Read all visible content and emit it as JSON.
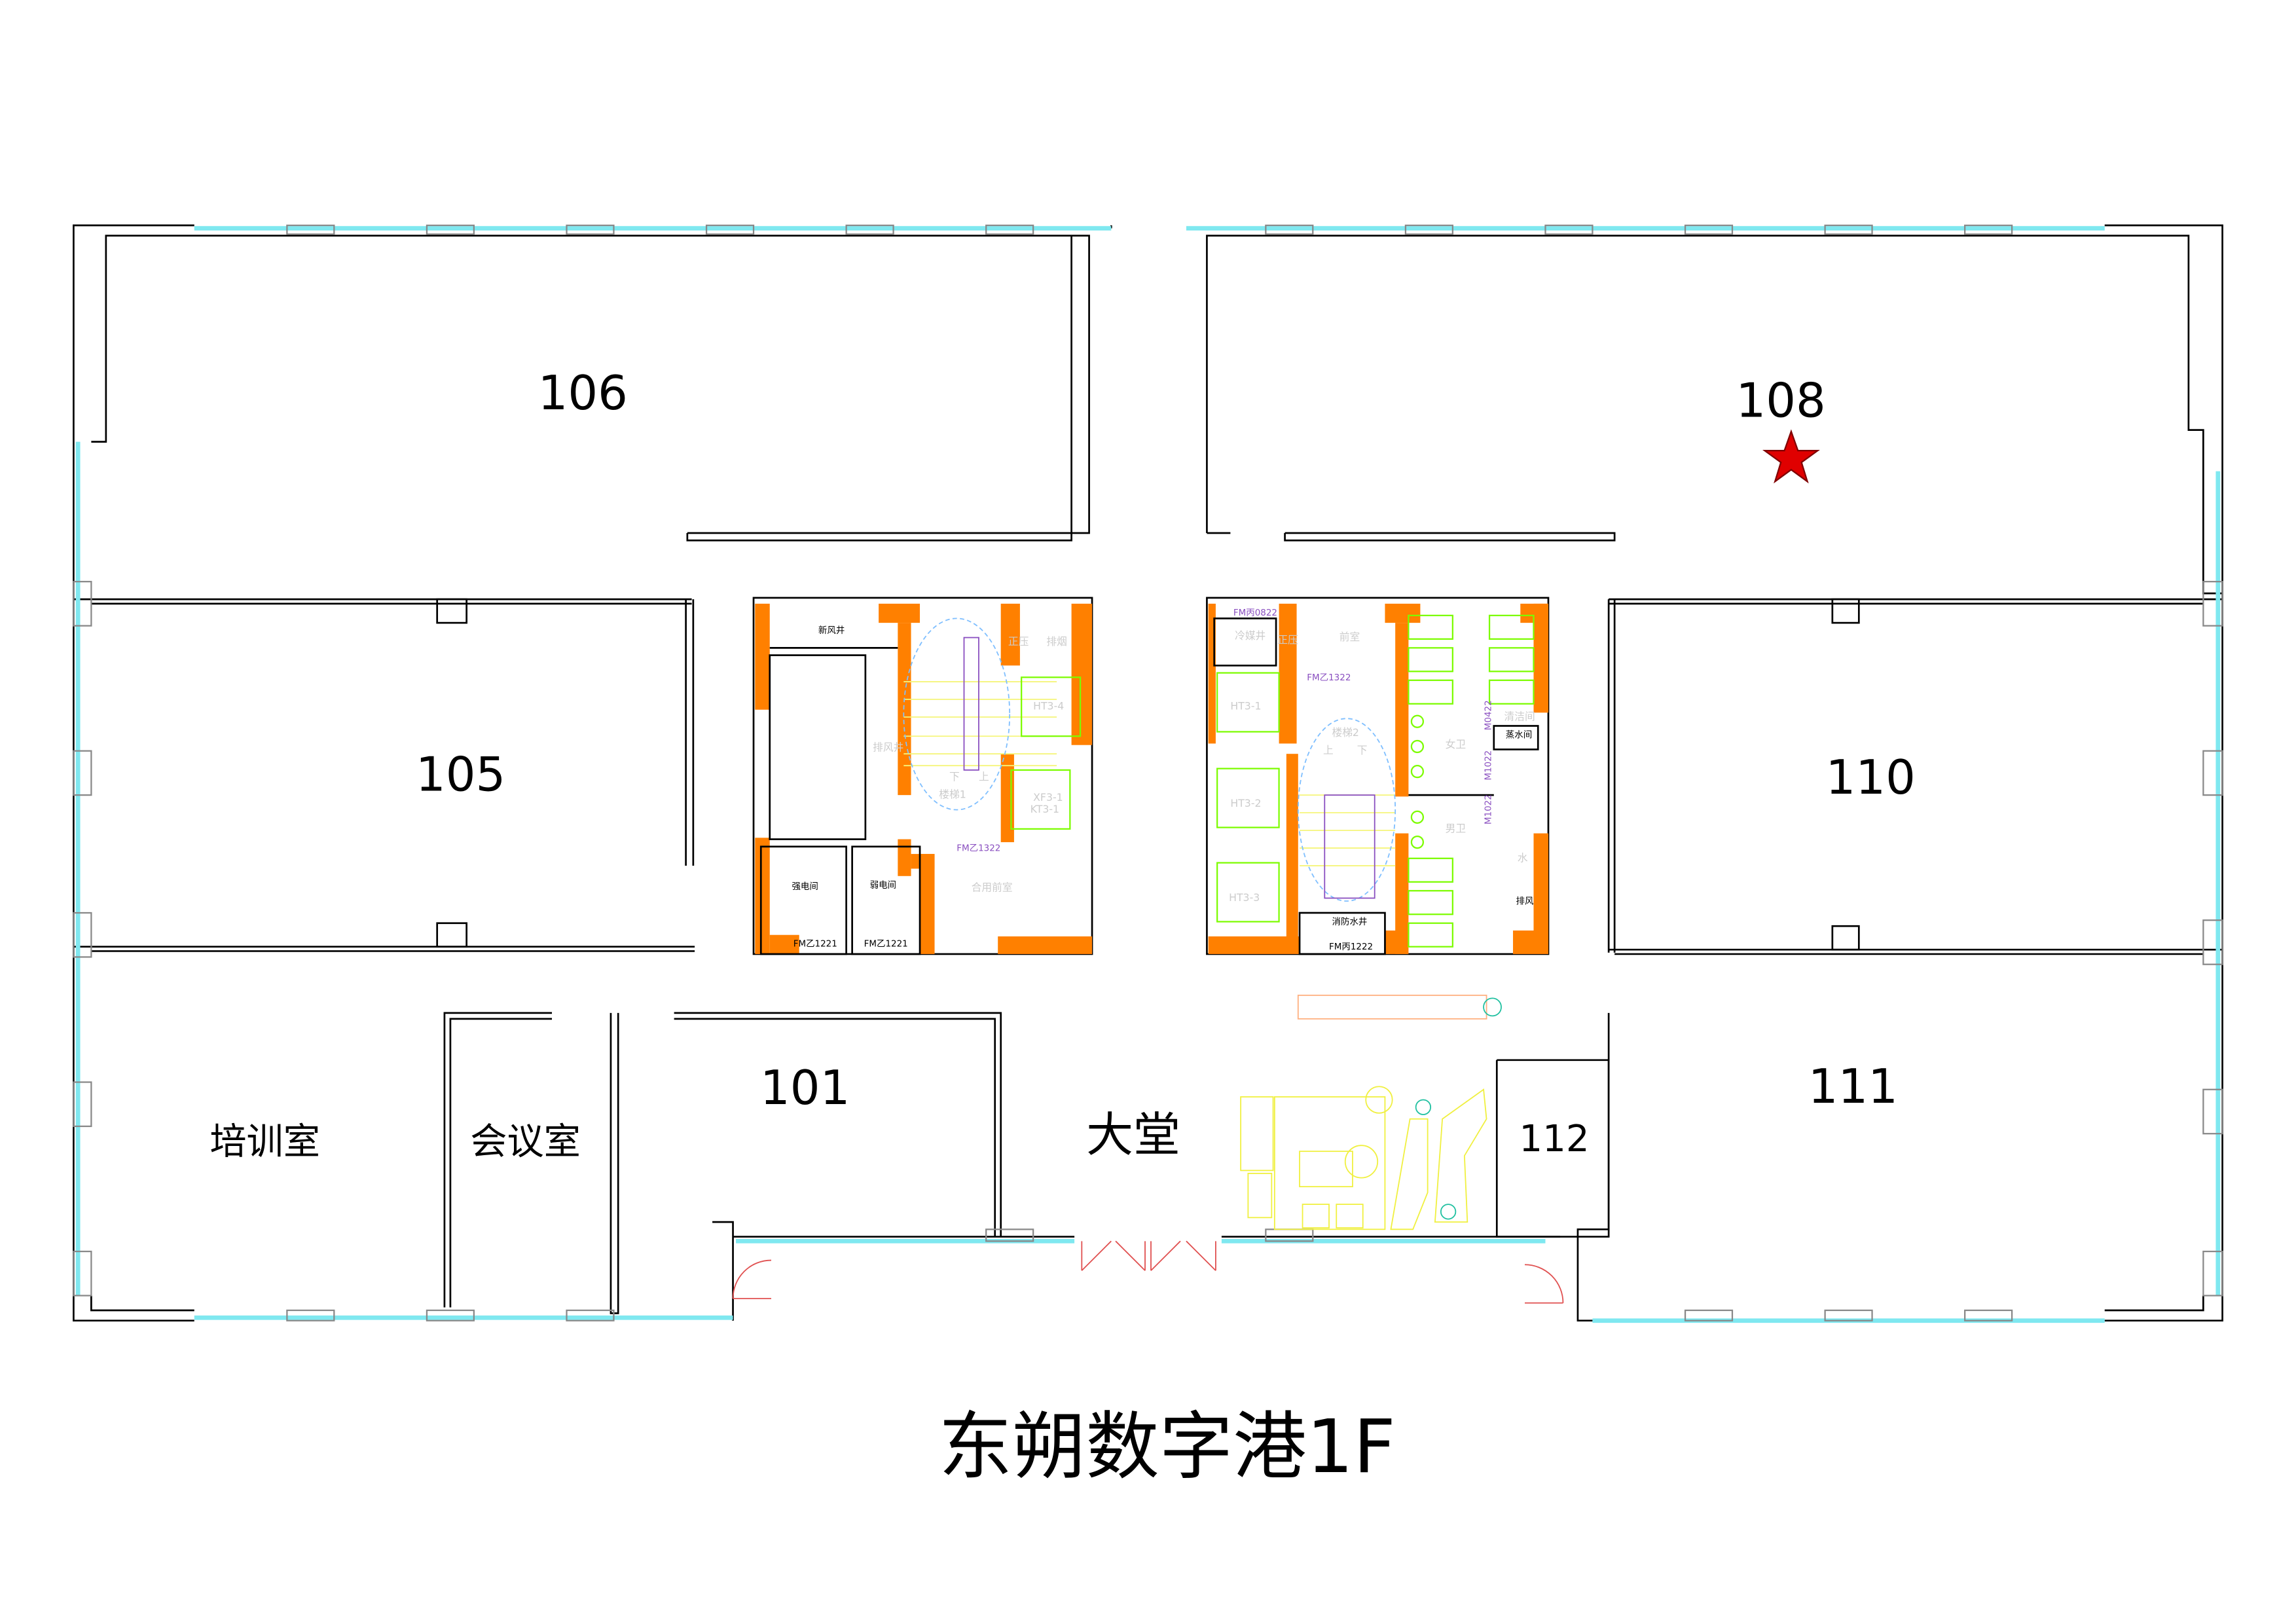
{
  "title": "东朔数字港1F",
  "rooms": {
    "r106": "106",
    "r108": "108",
    "r105": "105",
    "r110": "110",
    "r101": "101",
    "r111": "111",
    "r112": "112",
    "training": "培训室",
    "meeting": "会议室",
    "lobby": "大堂"
  },
  "marker": {
    "icon": "star-icon",
    "color": "#e00000",
    "room": "108"
  },
  "core1": {
    "fresh_air": "新风井",
    "exhaust_shaft": "排风井",
    "strong_elec": "强电间",
    "weak_elec": "弱电间",
    "door_a": "FM乙1221",
    "door_b": "FM乙1221",
    "door_c": "FM乙1322",
    "stair": "楼梯1",
    "down": "下",
    "up": "上",
    "pressure": "正压",
    "smoke": "排烟",
    "lift1": "HT3-4",
    "lift2a": "XF3-1",
    "lift2b": "KT3-1",
    "lobby": "合用前室"
  },
  "core2": {
    "door_top": "FM丙0822",
    "cold_shaft": "冷媒井",
    "pressure": "正压",
    "anteroom": "前室",
    "door_mid": "FM乙1322",
    "stair": "楼梯2",
    "up": "上",
    "down": "下",
    "lift1": "HT3-1",
    "lift2": "HT3-2",
    "lift3": "HT3-3",
    "fire_water": "消防水井",
    "door_bottom": "FM丙1222",
    "women": "女卫",
    "men": "男卫",
    "cleaning": "清洁间",
    "boiler": "蒸水间",
    "exhaust": "排风",
    "water": "水",
    "m0422": "M0422",
    "m1022a": "M1022",
    "m1022b": "M1022"
  }
}
